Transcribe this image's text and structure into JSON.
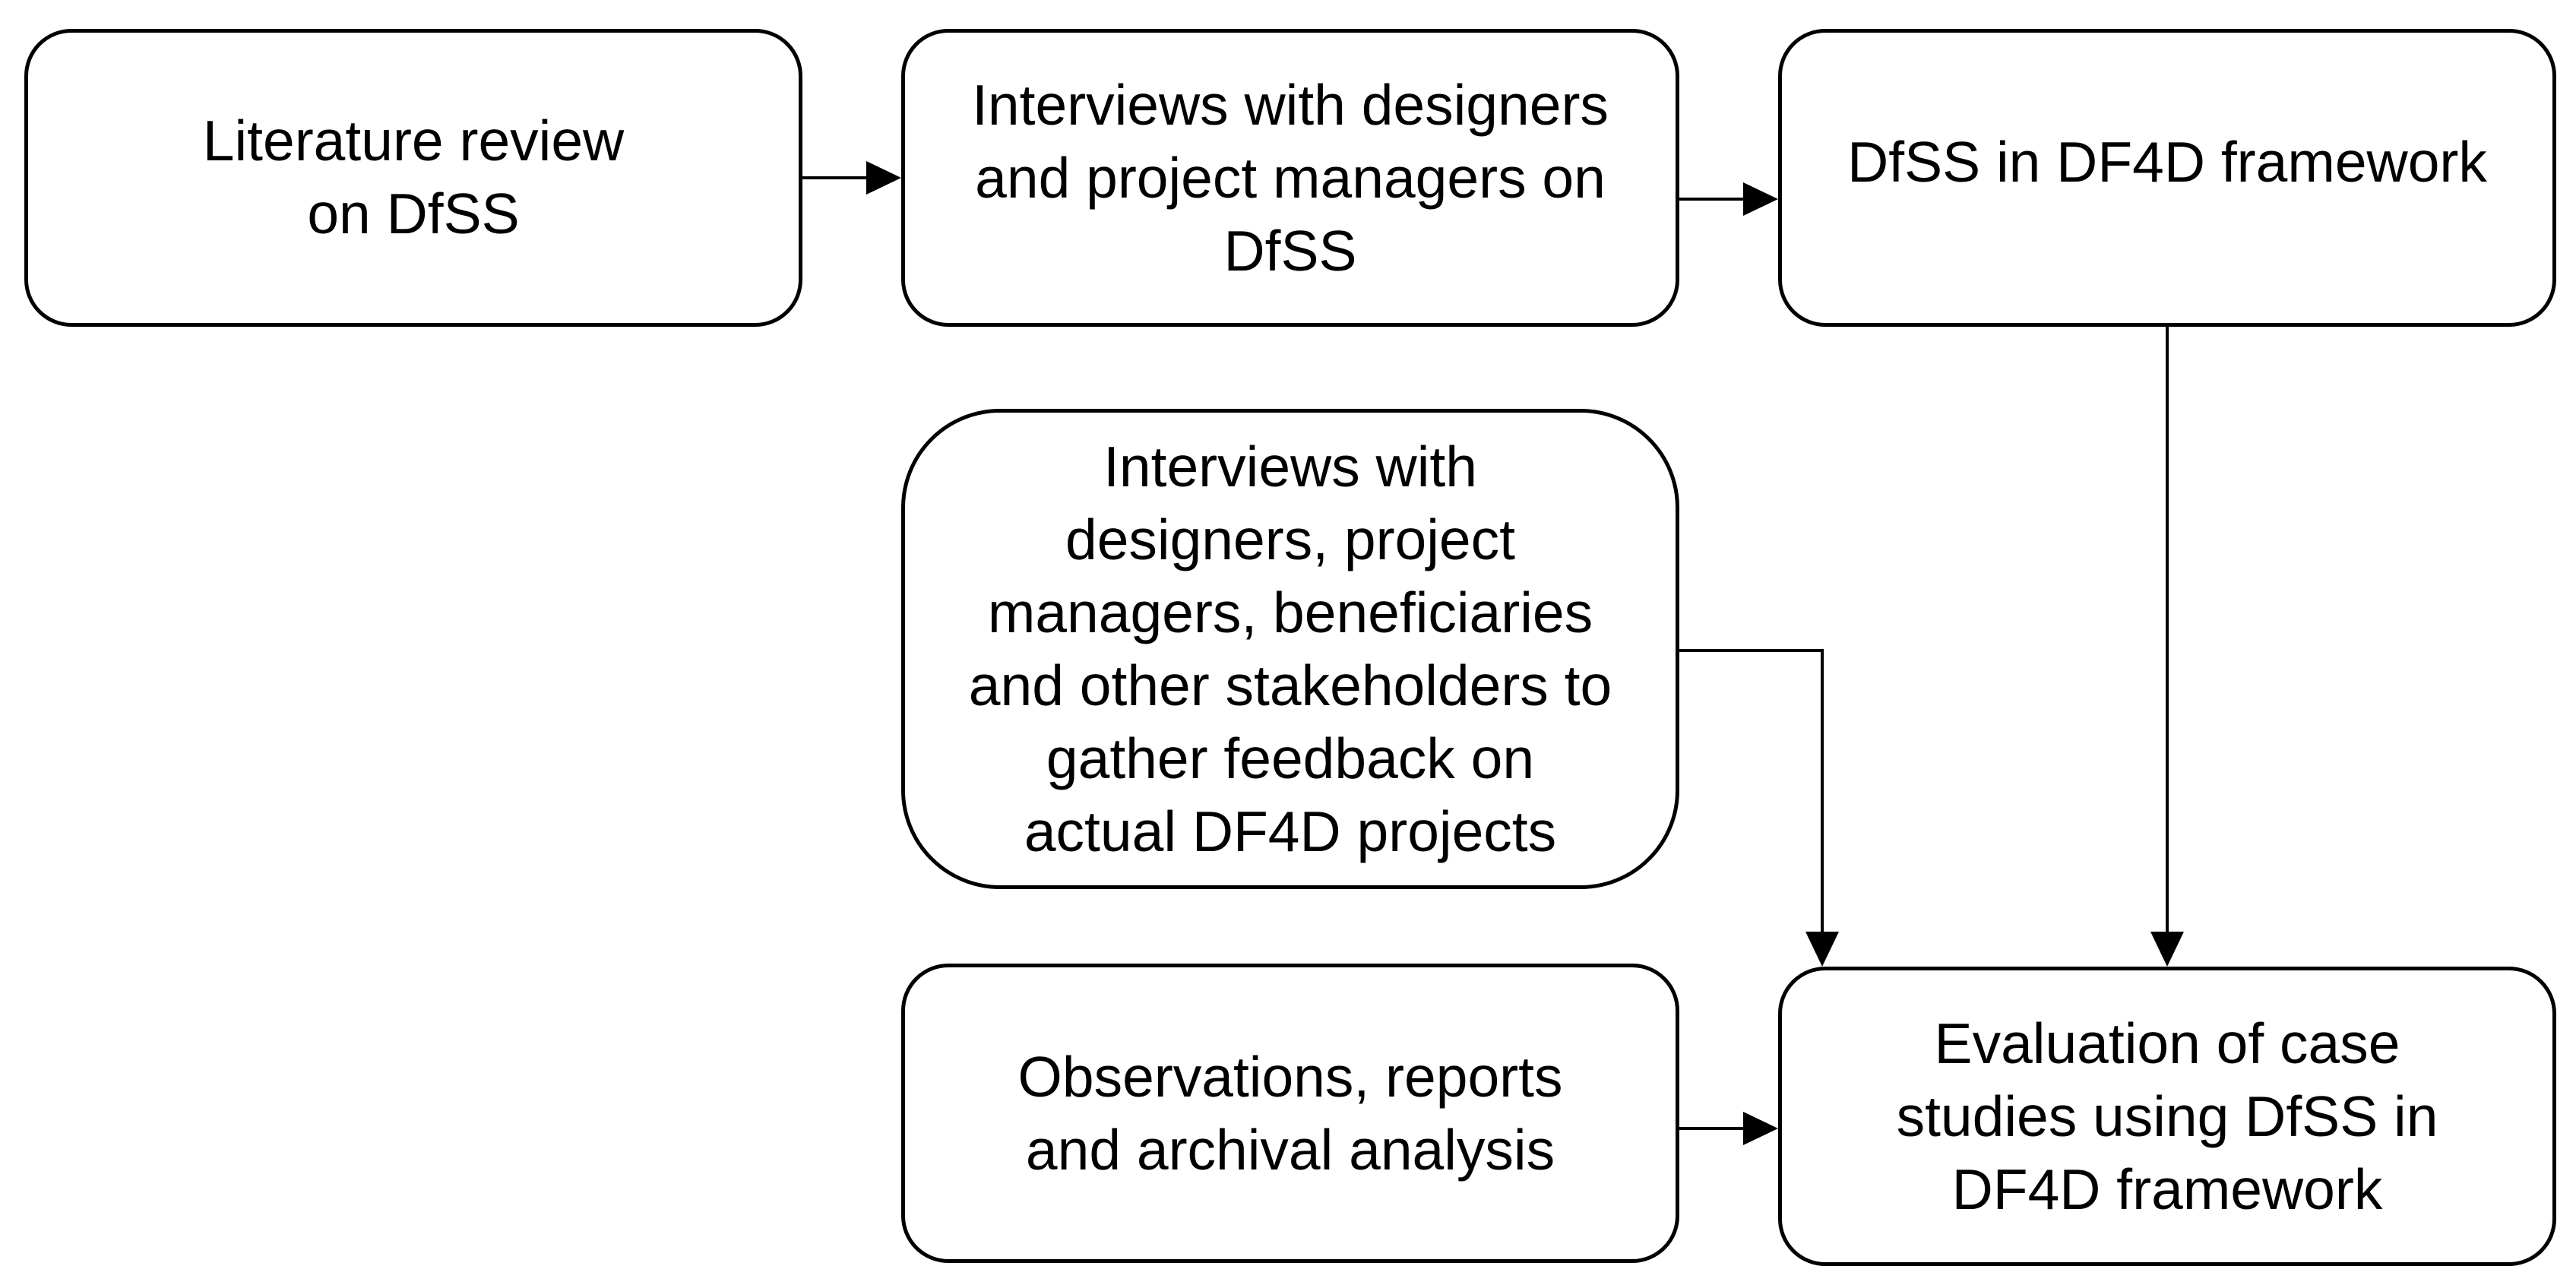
{
  "nodes": {
    "literature_review": "Literature review\non DfSS",
    "interviews_designers_pm": "Interviews with designers\nand project managers on\nDfSS",
    "dfss_framework": "DfSS in DF4D framework",
    "interviews_stakeholders": "Interviews with\ndesigners, project\nmanagers, beneficiaries\nand other stakeholders to\ngather feedback on\nactual DF4D projects",
    "observations": "Observations, reports\nand archival analysis",
    "evaluation": "Evaluation of case\nstudies using DfSS in\nDF4D framework"
  },
  "edges": [
    {
      "from": "literature_review",
      "to": "interviews_designers_pm"
    },
    {
      "from": "interviews_designers_pm",
      "to": "dfss_framework"
    },
    {
      "from": "dfss_framework",
      "to": "evaluation"
    },
    {
      "from": "interviews_stakeholders",
      "to": "evaluation"
    },
    {
      "from": "observations",
      "to": "evaluation"
    }
  ],
  "colors": {
    "stroke": "#000000",
    "fill": "#ffffff",
    "text": "#000000"
  }
}
